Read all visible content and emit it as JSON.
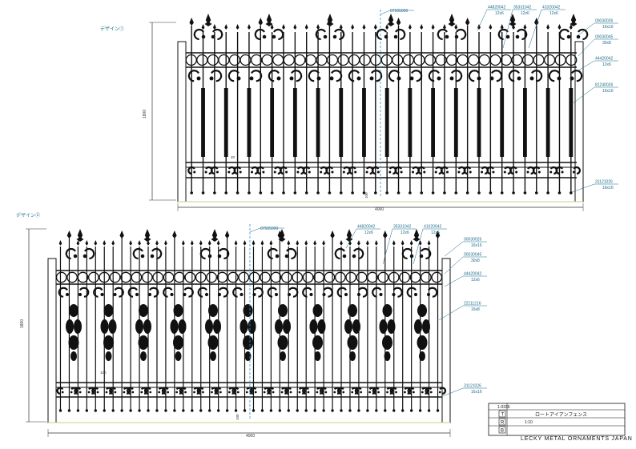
{
  "design1": {
    "title": "デザイン①",
    "height_dim": "1800",
    "width_dim": "4000",
    "small_dims": [
      "20",
      "100"
    ],
    "top_label": {
      "code": "07505000"
    },
    "callouts": [
      {
        "code": "44820042",
        "size": "12x6"
      },
      {
        "code": "35331042",
        "size": "12x6"
      },
      {
        "code": "41020042",
        "size": "12x6"
      },
      {
        "code": "00030026",
        "size": "16x16"
      },
      {
        "code": "00030045",
        "size": "30x8"
      },
      {
        "code": "44420042",
        "size": "12x6"
      },
      {
        "code": "81240026",
        "size": "16x16"
      },
      {
        "code": "31121026",
        "size": "16x16"
      }
    ]
  },
  "design2": {
    "title": "デザイン②",
    "height_dim": "1800",
    "width_dim": "4000",
    "small_dims": [
      "100",
      "100"
    ],
    "top_label": {
      "code": "07505000"
    },
    "callouts": [
      {
        "code": "44820042",
        "size": "12x6"
      },
      {
        "code": "35331042",
        "size": "12x6"
      },
      {
        "code": "41020042",
        "size": "12x6"
      },
      {
        "code": "00030026",
        "size": "16x16"
      },
      {
        "code": "00030045",
        "size": "30x8"
      },
      {
        "code": "44420042",
        "size": "12x6"
      },
      {
        "code": "22111216",
        "size": "16x8"
      },
      {
        "code": "31121026",
        "size": "16x16"
      }
    ]
  },
  "title_block": {
    "drawing_no": "1-0336",
    "title": "ロートアイアンフェンス",
    "scale": "1:10",
    "company": "LECKY METAL ORNAMENTS JAPAN"
  },
  "colors": {
    "ink": "#111111",
    "label": "#1a6a8a",
    "center_line": "#2a9ad0",
    "ground": "#cccc88"
  }
}
